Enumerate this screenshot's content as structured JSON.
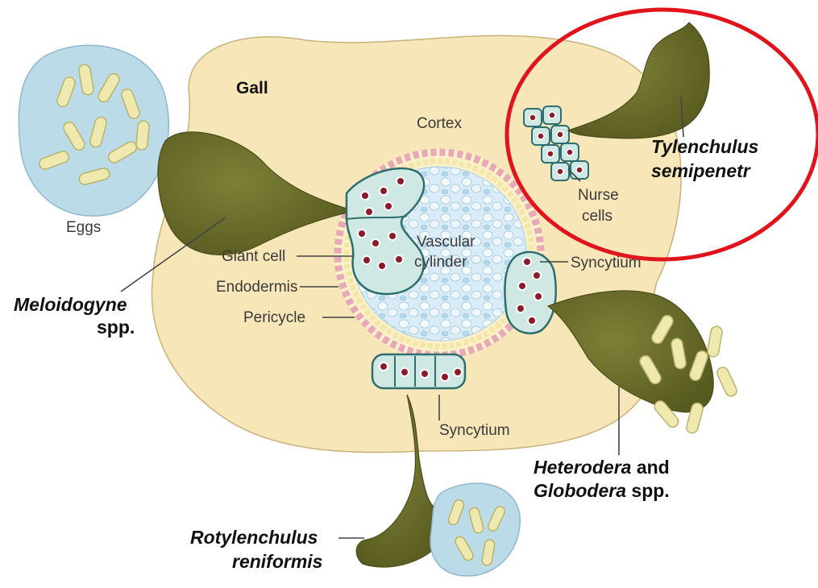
{
  "diagram": {
    "labels": {
      "gall": "Gall",
      "cortex": "Cortex",
      "eggs": "Eggs",
      "vascular_line1": "Vascular",
      "vascular_line2": "cylinder",
      "giant_cell": "Giant cell",
      "endodermis": "Endodermis",
      "pericycle": "Pericycle",
      "syncytium_right": "Syncytium",
      "syncytium_bottom": "Syncytium",
      "nurse_line1": "Nurse",
      "nurse_line2": "cells"
    },
    "species": {
      "meloidogyne_line1": "Meloidogyne",
      "meloidogyne_line2": "spp.",
      "tylenchulus_line1": "Tylenchulus",
      "tylenchulus_line2": "semipenetr",
      "heterodera_italic": "Heterodera",
      "heterodera_and": " and",
      "globodera_italic": "Globodera",
      "globodera_spp": " spp.",
      "rotylenchulus_line1": "Rotylenchulus",
      "rotylenchulus_line2": "reniformis"
    },
    "colors": {
      "gall_fill": "#f7e6b8",
      "nematode": "#6b6e2a",
      "cell_fill": "#cfe8e3",
      "cell_stroke": "#2f6e6e",
      "vascular_fill": "#cfe6f5",
      "egg_mass": "#bcdbe8",
      "egg": "#efe9b0",
      "highlight_circle": "#e0141a"
    }
  }
}
